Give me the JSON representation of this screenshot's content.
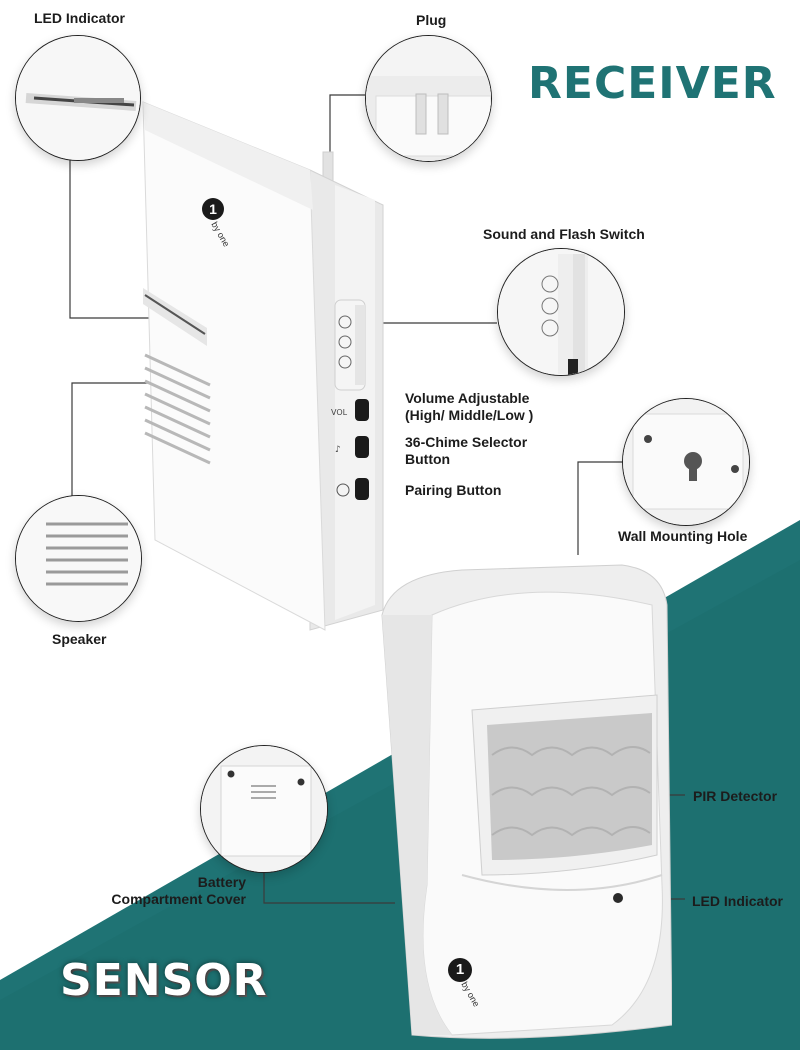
{
  "headings": {
    "receiver": "RECEIVER",
    "sensor": "SENSOR"
  },
  "receiver_callouts": {
    "led_indicator": "LED Indicator",
    "plug": "Plug",
    "sound_flash_switch": "Sound and Flash Switch",
    "volume_line1": "Volume Adjustable",
    "volume_line2": "(High/ Middle/Low )",
    "chime_line1": "36-Chime Selector",
    "chime_line2": "Button",
    "pairing": "Pairing Button",
    "speaker": "Speaker"
  },
  "sensor_callouts": {
    "wall_mounting_hole": "Wall Mounting Hole",
    "pir_detector": "PIR Detector",
    "battery_line1": "Battery",
    "battery_line2": "Compartment Cover",
    "led_indicator": "LED Indicator"
  },
  "brand": {
    "logo_number": "1",
    "logo_text": "by one"
  },
  "colors": {
    "teal": "#1f7374",
    "teal_dark": "#17605f",
    "line": "#3b3b3b",
    "device_white": "#f7f7f7"
  }
}
